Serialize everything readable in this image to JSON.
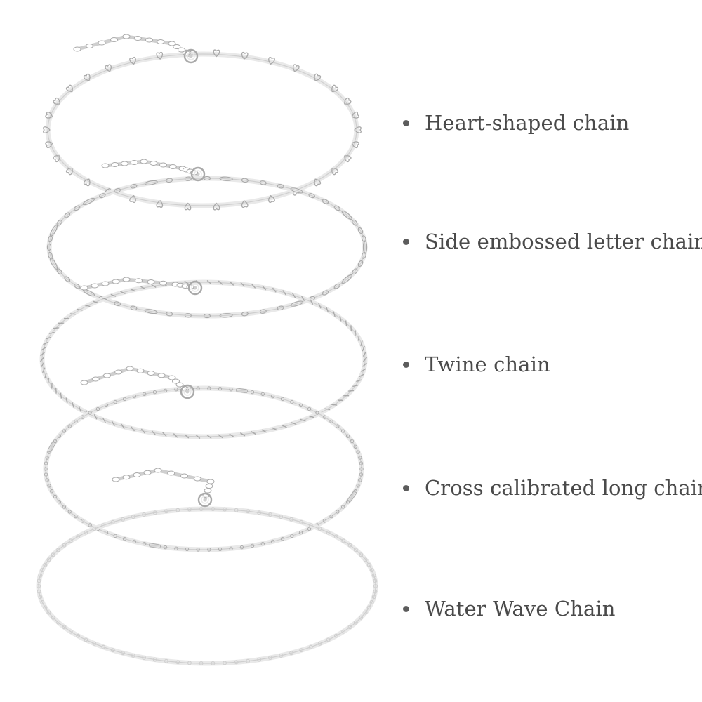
{
  "features": [
    {
      "label": "Heart-shaped chain",
      "chain_icon": "heart-link-chain"
    },
    {
      "label": "Side embossed letter chain",
      "chain_icon": "figaro-chain"
    },
    {
      "label": "Twine chain",
      "chain_icon": "rope-chain"
    },
    {
      "label": "Cross calibrated long chain",
      "chain_icon": "bar-station-chain"
    },
    {
      "label": "Water Wave Chain",
      "chain_icon": "wave-chain"
    }
  ],
  "colors": {
    "background": "#ffffff",
    "text": "#4a4a4a",
    "bullet": "#5c5c5c",
    "silver_light": "#e9e9e9",
    "silver_mid": "#cfcfcf",
    "silver_dark": "#a9a9a9"
  }
}
